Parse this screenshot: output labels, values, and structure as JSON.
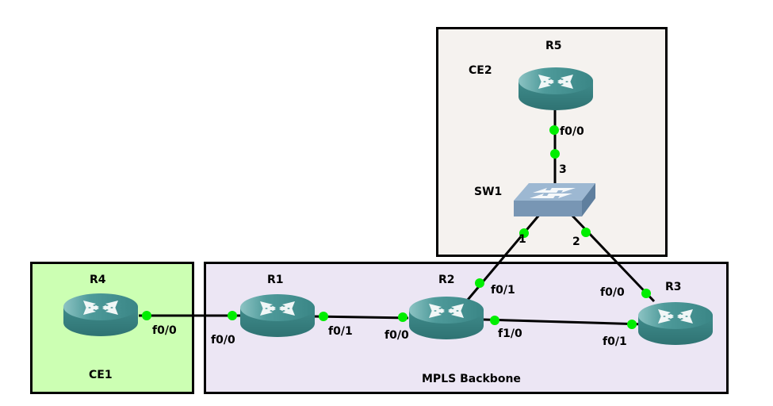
{
  "areas": [
    {
      "id": "ce2-area",
      "label": "CE2",
      "fill": "#f5f2ef"
    },
    {
      "id": "ce1-area",
      "label": "CE1",
      "fill": "#ccffb3"
    },
    {
      "id": "mpls-area",
      "label": "MPLS Backbone",
      "fill": "#ece6f4"
    }
  ],
  "devices": [
    {
      "id": "R5",
      "label": "R5",
      "type": "router"
    },
    {
      "id": "SW1",
      "label": "SW1",
      "type": "switch"
    },
    {
      "id": "R4",
      "label": "R4",
      "type": "router"
    },
    {
      "id": "R1",
      "label": "R1",
      "type": "router"
    },
    {
      "id": "R2",
      "label": "R2",
      "type": "router"
    },
    {
      "id": "R3",
      "label": "R3",
      "type": "router"
    }
  ],
  "links": [
    {
      "from": "R5",
      "from_port": "f0/0",
      "to": "SW1",
      "to_port": "3"
    },
    {
      "from": "SW1",
      "from_port": "1",
      "to": "R2",
      "to_port": "f0/1"
    },
    {
      "from": "SW1",
      "from_port": "2",
      "to": "R3",
      "to_port": "f0/0"
    },
    {
      "from": "R4",
      "from_port": "f0/0",
      "to": "R1",
      "to_port": "f0/0"
    },
    {
      "from": "R1",
      "from_port": "f0/1",
      "to": "R2",
      "to_port": "f0/0"
    },
    {
      "from": "R2",
      "from_port": "f1/0",
      "to": "R3",
      "to_port": "f0/1"
    }
  ],
  "colors": {
    "port_up": "#00ee00",
    "router": "#3d8a8a",
    "switch": "#7f9fbf"
  }
}
